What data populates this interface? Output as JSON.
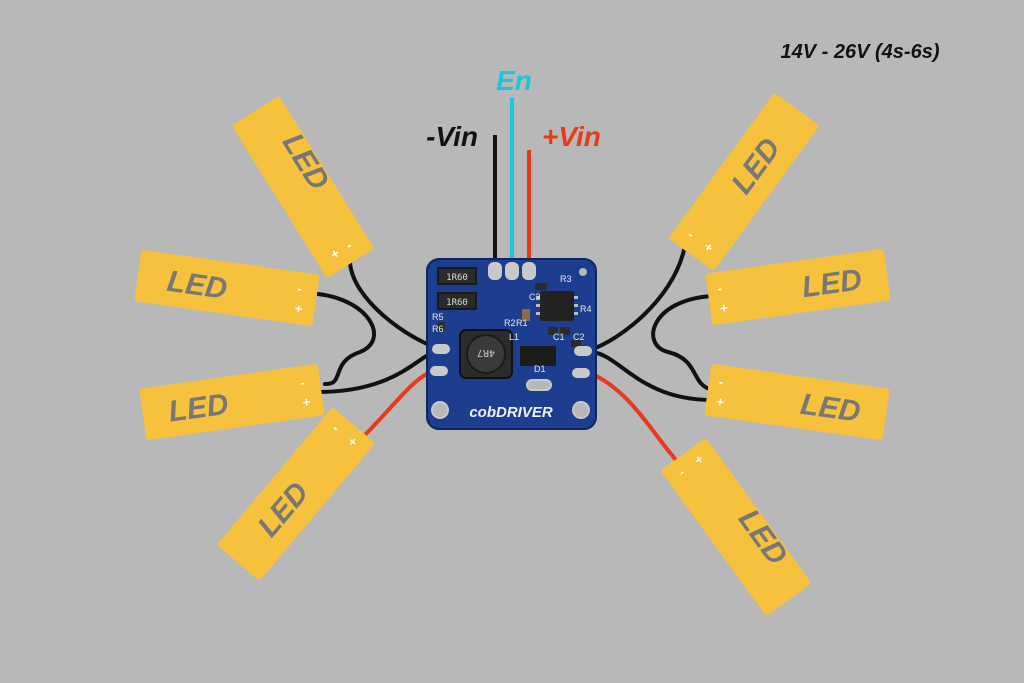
{
  "voltage_label": "14V - 26V (4s-6s)",
  "wires": {
    "en": {
      "label": "En",
      "color": "#19c8d8"
    },
    "neg_vin": {
      "label": "-Vin",
      "color": "#111111"
    },
    "pos_vin": {
      "label": "+Vin",
      "color": "#e83a18"
    }
  },
  "led": {
    "label": "LED",
    "minus": "-",
    "plus": "+",
    "strip_color": "#f6c23e"
  },
  "board": {
    "brand": "cobDRIVER",
    "pcb_color": "#1d3d8e",
    "resistor_top": "1R60",
    "resistor_bottom": "1R60",
    "inductor": "4R7",
    "silk": {
      "r3": "R3",
      "c3": "C3",
      "r4": "R4",
      "r2": "R2",
      "r1": "R1",
      "l1": "L1",
      "c1": "C1",
      "c2": "C2",
      "d1": "D1",
      "r5": "R5",
      "r6": "R6"
    }
  }
}
